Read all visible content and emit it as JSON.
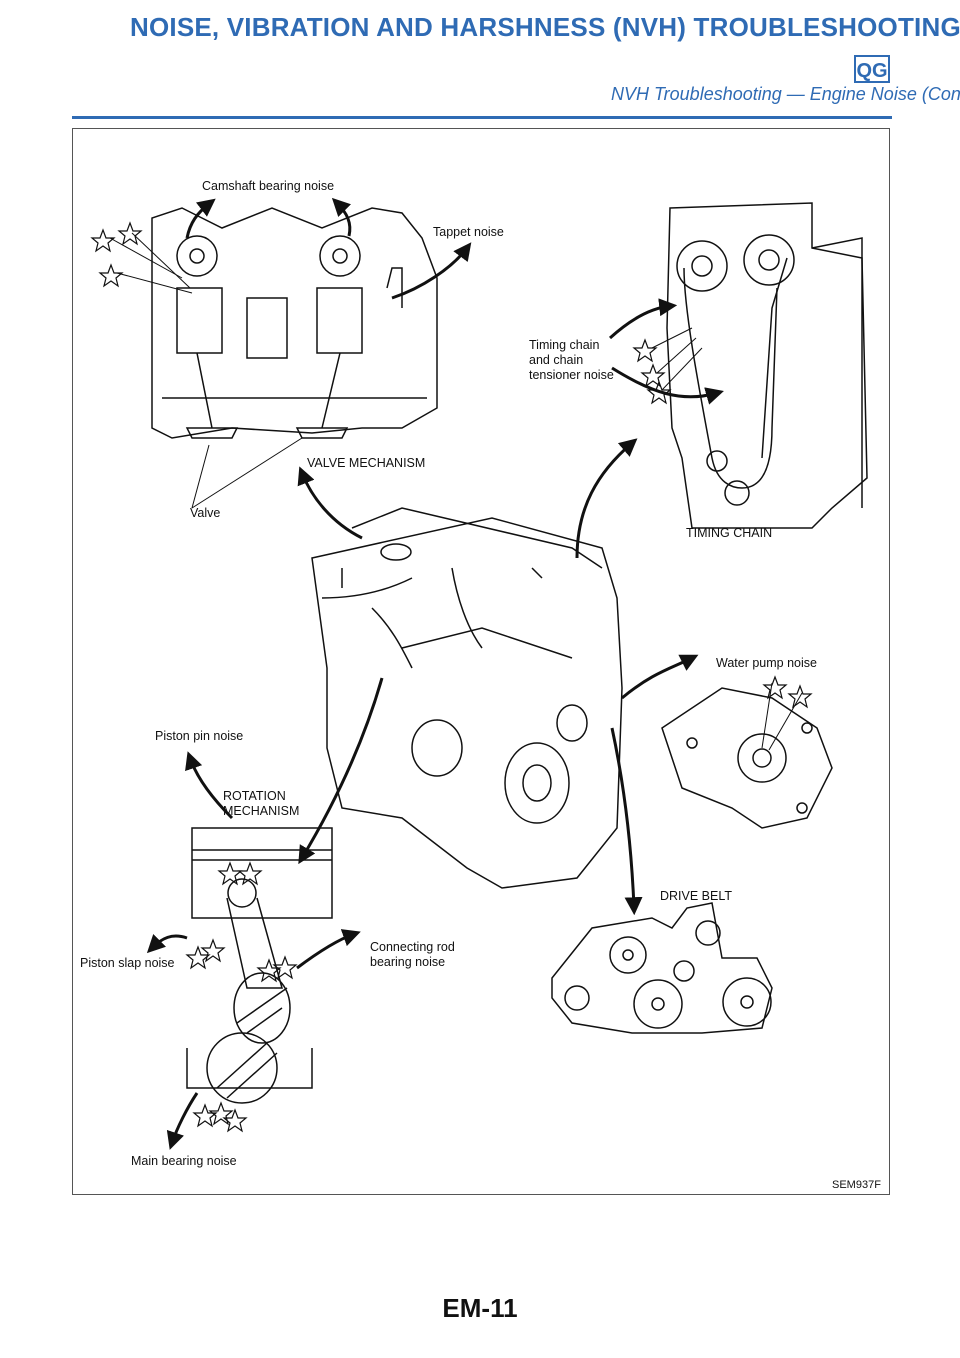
{
  "header": {
    "title": "NOISE, VIBRATION AND HARSHNESS (NVH) TROUBLESHOOTING",
    "badge": "QG",
    "subtitle": "NVH Troubleshooting — Engine Noise (Cont’d)"
  },
  "figure": {
    "labels": {
      "camshaft_bearing": "Camshaft bearing noise",
      "tappet": "Tappet noise",
      "valve_mechanism": "VALVE MECHANISM",
      "valve": "Valve",
      "timing_chain_noise": "Timing chain\nand chain\ntensioner noise",
      "timing_chain": "TIMING CHAIN",
      "water_pump": "Water pump noise",
      "piston_pin": "Piston pin noise",
      "rotation_mechanism": "ROTATION\nMECHANISM",
      "drive_belt": "DRIVE BELT",
      "piston_slap": "Piston slap noise",
      "connecting_rod": "Connecting rod\nbearing noise",
      "main_bearing": "Main bearing noise"
    },
    "figure_id": "SEM937F"
  },
  "page_number": "EM-11",
  "colors": {
    "accent": "#2f6bb4",
    "ink": "#111111"
  }
}
